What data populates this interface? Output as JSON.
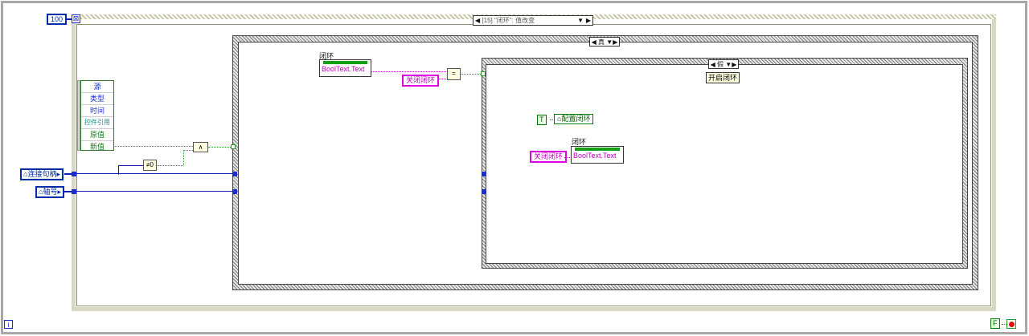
{
  "loop": {
    "count_terminal": "100",
    "event_selector": "[15] \"闭环\": 值改变"
  },
  "case_outer": {
    "selector": "真"
  },
  "case_inner": {
    "selector": "假",
    "label": "开启闭环"
  },
  "event_data_cluster": {
    "rows": [
      "源",
      "类型",
      "时间",
      "控件引用",
      "原值",
      "新值"
    ]
  },
  "controls": {
    "connection_handle": "连接句柄",
    "axis_number": "轴号"
  },
  "operators": {
    "and": "∧",
    "not_equal_zero": "≠0",
    "equal": "="
  },
  "property_node_top": {
    "label": "闭环",
    "property": "BoolText.Text"
  },
  "property_node_inner": {
    "label": "闭环",
    "property": "BoolText.Text"
  },
  "string_constants": {
    "close_loop_top": "关闭闭环",
    "close_loop_inner": "关闭闭环"
  },
  "subvi": {
    "bool_const": "T",
    "config_loop": "配置闭环"
  },
  "stop": {
    "bool_const": "F"
  },
  "iteration_terminal": "i"
}
